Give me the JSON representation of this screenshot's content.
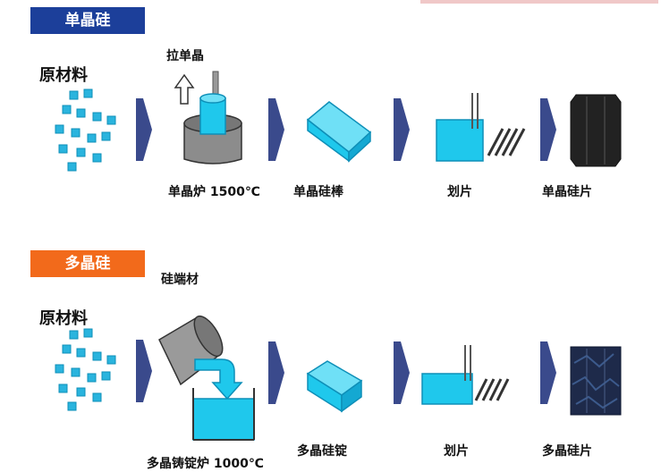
{
  "mono": {
    "tag": "单晶硅",
    "raw_material": "原材料",
    "pull_label": "拉单晶",
    "furnace_label": "单晶炉  1500℃",
    "rod_label": "单晶硅棒",
    "slice_label": "划片",
    "wafer_label": "单晶硅片"
  },
  "poly": {
    "tag": "多晶硅",
    "raw_material": "原材料",
    "crucible_label": "硅端材",
    "furnace_label": "多晶铸锭炉  1000℃",
    "ingot_label": "多晶硅锭",
    "slice_label": "划片",
    "wafer_label": "多晶硅片"
  },
  "colors": {
    "mono_tag": "#1c3f9a",
    "poly_tag": "#f26a1b",
    "cyan": "#1fc8ec",
    "cyan_dark": "#0e8fb8",
    "arrow": "#3a4a8c"
  }
}
